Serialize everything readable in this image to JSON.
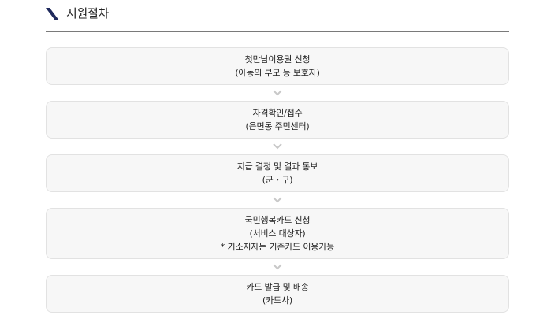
{
  "header": {
    "title": "지원절차",
    "icon": "slash-icon",
    "accent_color": "#1f2a5c"
  },
  "steps": [
    {
      "title": "첫만남이용권 신청",
      "detail": "(아동의 부모 등 보호자)"
    },
    {
      "title": "자격확인/접수",
      "detail": "(읍면동 주민센터)"
    },
    {
      "title": "지급 결정 및 결과 통보",
      "detail": "(군・구)"
    },
    {
      "title": "국민행복카드 신청",
      "detail": "(서비스 대상자)",
      "note": "* 기소지자는 기존카드 이용가능"
    },
    {
      "title": "카드 발급 및 배송",
      "detail": "(카드사)"
    }
  ],
  "arrow_icon": "chevron-down-icon",
  "arrow_color": "#c8c8c8"
}
